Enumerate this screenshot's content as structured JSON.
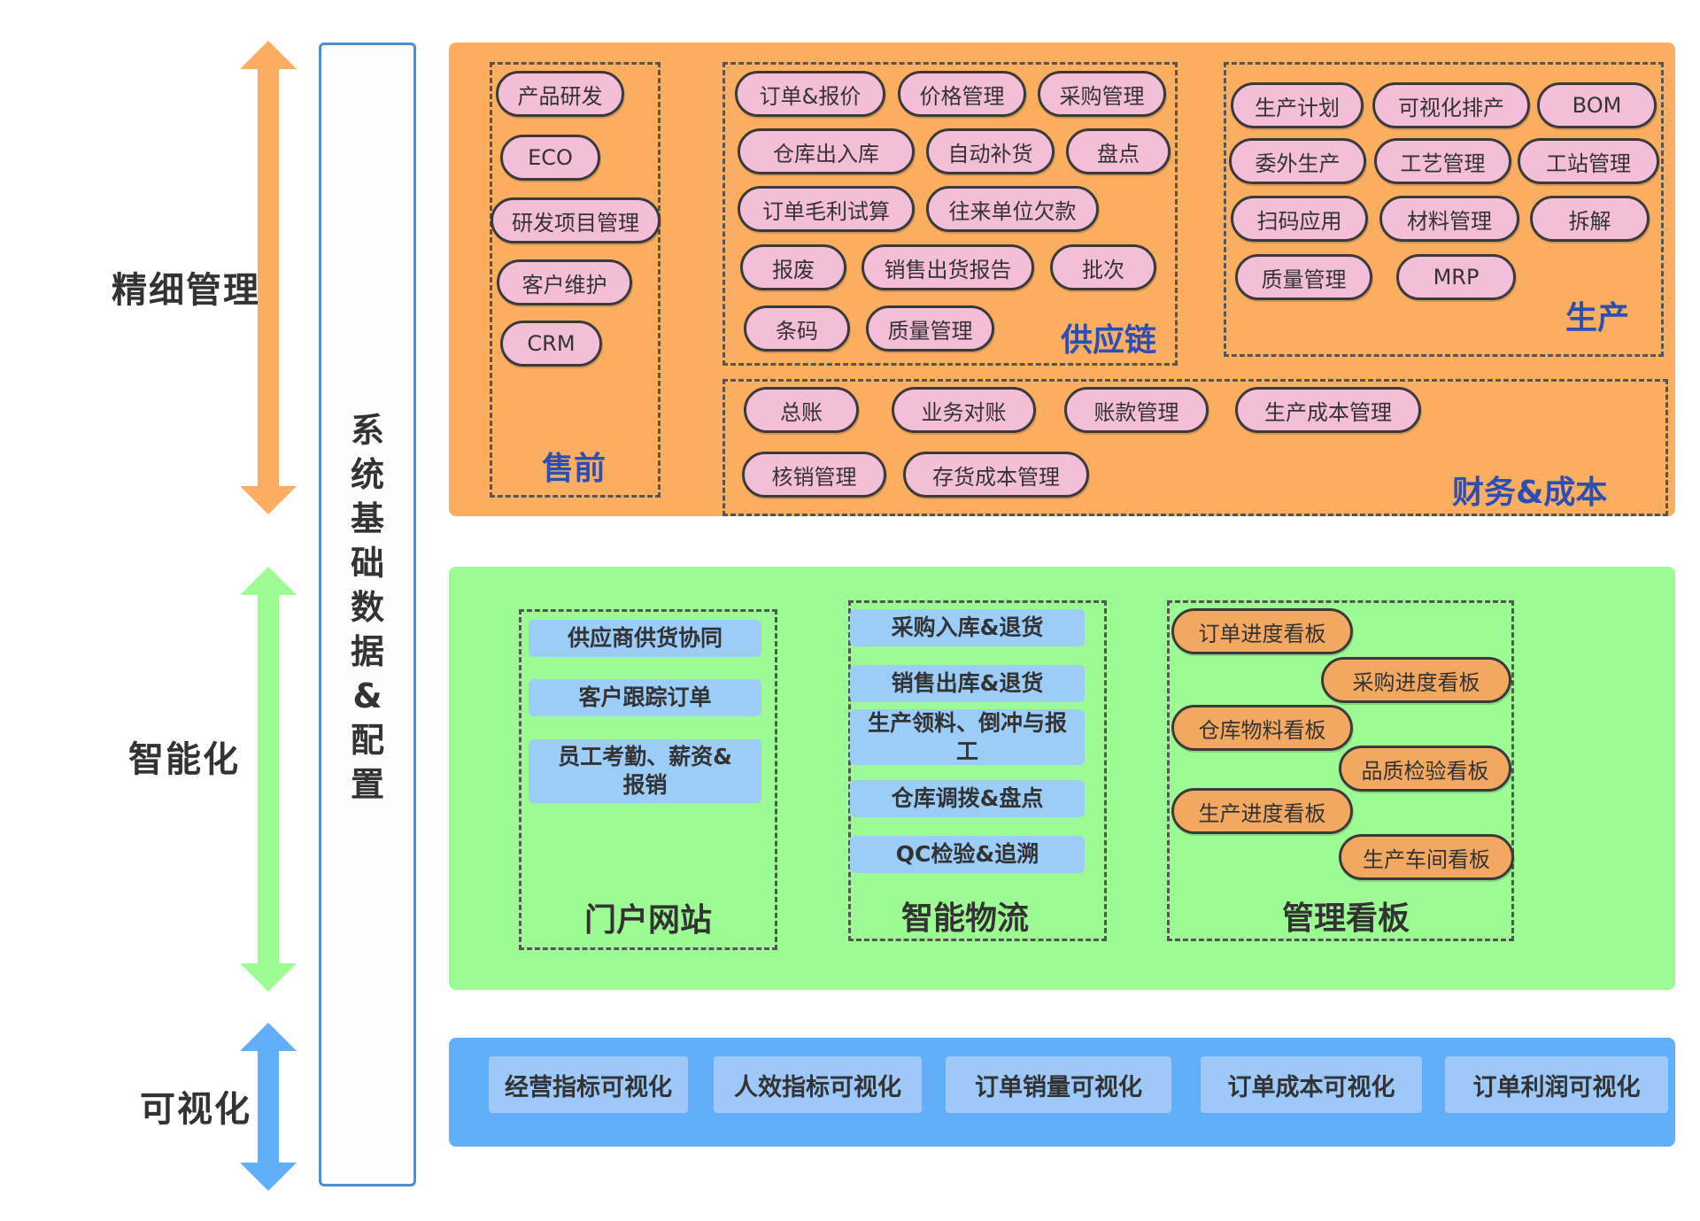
{
  "colors": {
    "orange": "#fbad60",
    "green": "#9cfb92",
    "blue": "#61aefb",
    "pink": "#f4bed9",
    "item_blue": "#9ccdf9"
  },
  "side_labels": {
    "fine": "精细管理",
    "smart": "智能化",
    "visual": "可视化"
  },
  "center_column": {
    "chars": [
      "系",
      "统",
      "基",
      "础",
      "数",
      "据",
      "&",
      "配",
      "置"
    ]
  },
  "fine": {
    "presale": {
      "title": "售前",
      "items": [
        "产品研发",
        "ECO",
        "研发项目管理",
        "客户维护",
        "CRM"
      ]
    },
    "supply": {
      "title": "供应链",
      "items": [
        "订单&报价",
        "价格管理",
        "采购管理",
        "仓库出入库",
        "自动补货",
        "盘点",
        "订单毛利试算",
        "往来单位欠款",
        "报废",
        "销售出货报告",
        "批次",
        "条码",
        "质量管理"
      ]
    },
    "production": {
      "title": "生产",
      "items": [
        "生产计划",
        "可视化排产",
        "BOM",
        "委外生产",
        "工艺管理",
        "工站管理",
        "扫码应用",
        "材料管理",
        "拆解",
        "质量管理",
        "MRP"
      ]
    },
    "finance": {
      "title": "财务&成本",
      "items": [
        "总账",
        "业务对账",
        "账款管理",
        "生产成本管理",
        "核销管理",
        "存货成本管理"
      ]
    }
  },
  "smart": {
    "portal": {
      "title": "门户网站",
      "items": [
        "供应商供货协同",
        "客户跟踪订单",
        "员工考勤、薪资&报销"
      ]
    },
    "logistics": {
      "title": "智能物流",
      "items": [
        "采购入库&退货",
        "销售出库&退货",
        "生产领料、倒冲与报工",
        "仓库调拨&盘点",
        "QC检验&追溯"
      ]
    },
    "board": {
      "title": "管理看板",
      "items": [
        "订单进度看板",
        "采购进度看板",
        "仓库物料看板",
        "品质检验看板",
        "生产进度看板",
        "生产车间看板"
      ]
    }
  },
  "visual": {
    "items": [
      "经营指标可视化",
      "人效指标可视化",
      "订单销量可视化",
      "订单成本可视化",
      "订单利润可视化"
    ]
  }
}
